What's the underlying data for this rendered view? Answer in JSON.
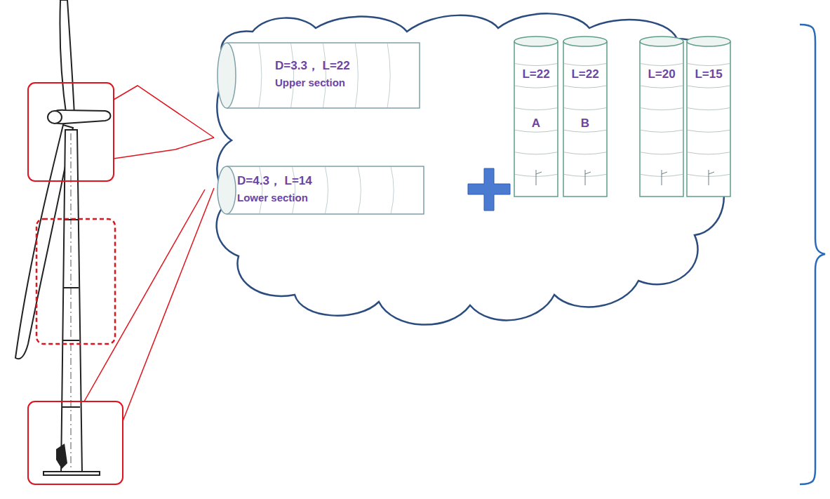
{
  "diagram": {
    "nodes": [
      {
        "text": [
          "D=3.3， L=22",
          "Upper section"
        ]
      },
      {
        "text": [
          "D=4.3， L=14",
          "Lower section"
        ]
      },
      {
        "text": [
          "L=22",
          "A"
        ]
      },
      {
        "text": [
          "L=22",
          "B"
        ]
      },
      {
        "text": [
          "L=20"
        ]
      },
      {
        "text": [
          "L=15"
        ]
      }
    ]
  }
}
